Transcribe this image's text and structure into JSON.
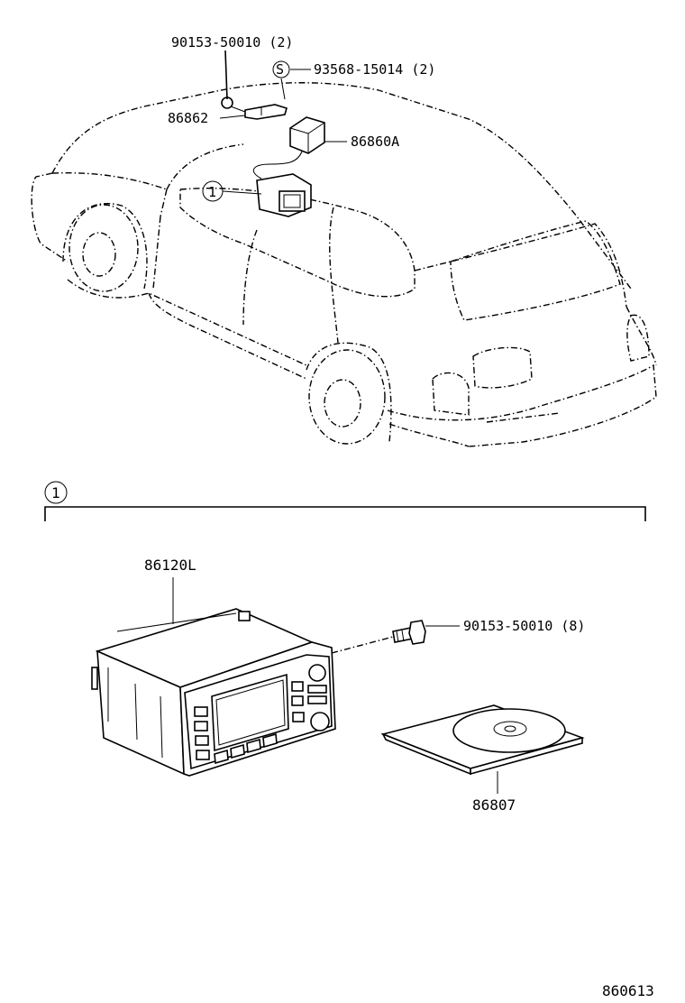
{
  "callouts": {
    "bolt_top": "90153-50010 (2)",
    "screw_top": "93568-15014 (2)",
    "screw_symbol": "S",
    "bracket": "86862",
    "module": "86860A",
    "section_marker": "1",
    "unit": "86120L",
    "bolt_unit": "90153-50010 (8)",
    "disc": "86807"
  },
  "footer": {
    "figure_number": "860613"
  }
}
